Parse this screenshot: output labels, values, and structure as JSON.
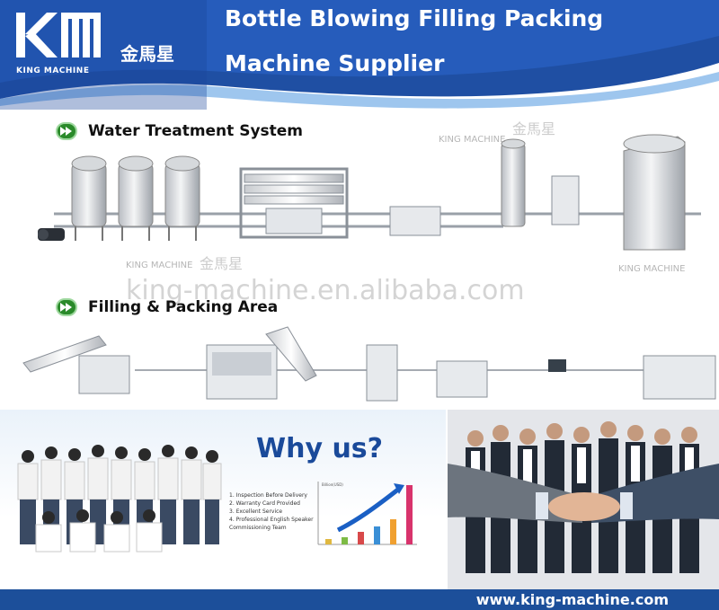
{
  "header": {
    "logo_brand": "KING MACHINE",
    "logo_cn": "金馬星",
    "headline_line1": "Bottle Blowing Filling Packing",
    "headline_line2": "Machine Supplier"
  },
  "sections": {
    "water_treatment": "Water Treatment System",
    "filling_packing": "Filling & Packing Area"
  },
  "watermarks": {
    "site": "king-machine.en.alibaba.com",
    "brand": "KING MACHINE",
    "cn": "金馬星"
  },
  "why_us": {
    "title": "Why us?",
    "points": [
      "1. Inspection Before Delivery",
      "2. Warranty Card Provided",
      "3. Excellent Service",
      "4. Professional English Speaker",
      "   Commissioning Team"
    ],
    "chart_caption": "Billion(USD)"
  },
  "footer": {
    "url": "www.king-machine.com"
  },
  "colors": {
    "brand_blue": "#1c4f9a",
    "icon_green": "#2a8a2a",
    "why_blue": "#1a4a9a"
  },
  "icons": [
    "play-forward-icon"
  ]
}
